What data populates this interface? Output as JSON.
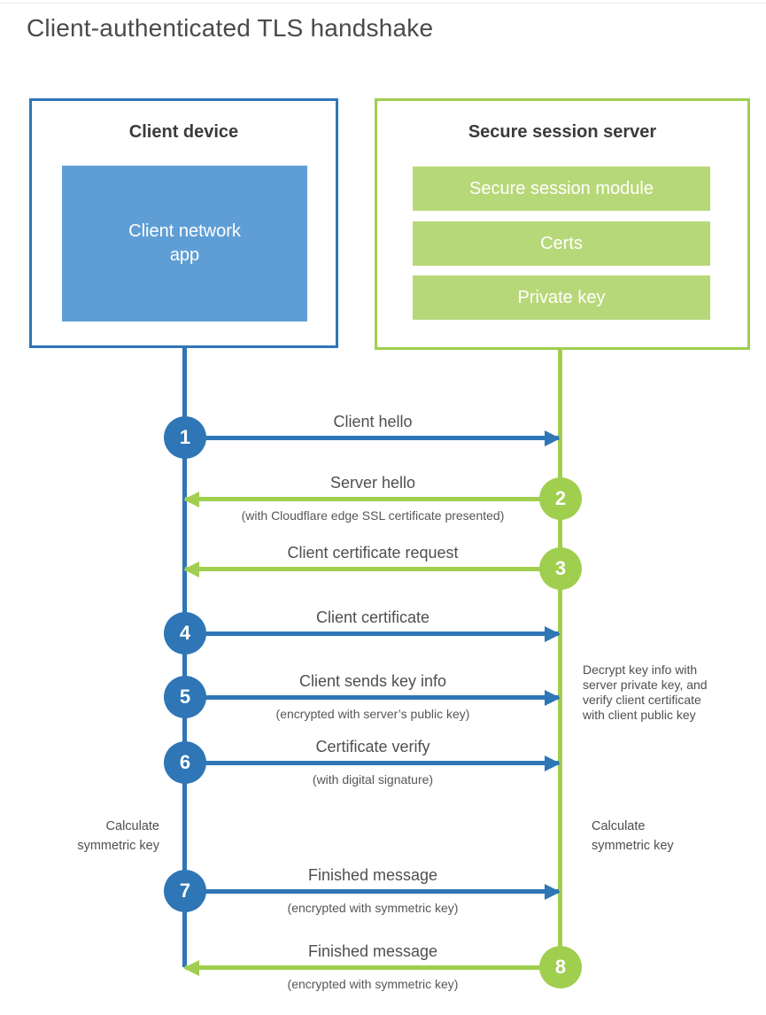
{
  "title": "Client-authenticated TLS handshake",
  "client_panel": {
    "title": "Client device",
    "app_box": "Client network\napp"
  },
  "server_panel": {
    "title": "Secure session server",
    "modules": [
      "Secure session module",
      "Certs",
      "Private key"
    ]
  },
  "steps": [
    {
      "number": "1",
      "label": "Client hello",
      "sublabel": "",
      "direction": "client-to-server"
    },
    {
      "number": "2",
      "label": "Server hello",
      "sublabel": "(with Cloudflare edge SSL certificate presented)",
      "direction": "server-to-client"
    },
    {
      "number": "3",
      "label": "Client certificate request",
      "sublabel": "",
      "direction": "server-to-client"
    },
    {
      "number": "4",
      "label": "Client certificate",
      "sublabel": "",
      "direction": "client-to-server"
    },
    {
      "number": "5",
      "label": "Client sends key info",
      "sublabel": "(encrypted with server’s public key)",
      "direction": "client-to-server"
    },
    {
      "number": "6",
      "label": "Certificate verify",
      "sublabel": "(with digital signature)",
      "direction": "client-to-server"
    },
    {
      "number": "7",
      "label": "Finished message",
      "sublabel": "(encrypted with symmetric key)",
      "direction": "client-to-server"
    },
    {
      "number": "8",
      "label": "Finished message",
      "sublabel": "(encrypted with symmetric key)",
      "direction": "server-to-client"
    }
  ],
  "annotations": {
    "left_calc": "Calculate\nsymmetric key",
    "right_calc": "Calculate\nsymmetric key",
    "server_note": "Decrypt key info with\nserver private key, and\nverify client certificate\nwith client public key"
  },
  "colors": {
    "blue": "#2E76B5",
    "blue_fill": "#5F9ED5",
    "green": "#A0CE4E",
    "green_fill": "#B7D878"
  }
}
